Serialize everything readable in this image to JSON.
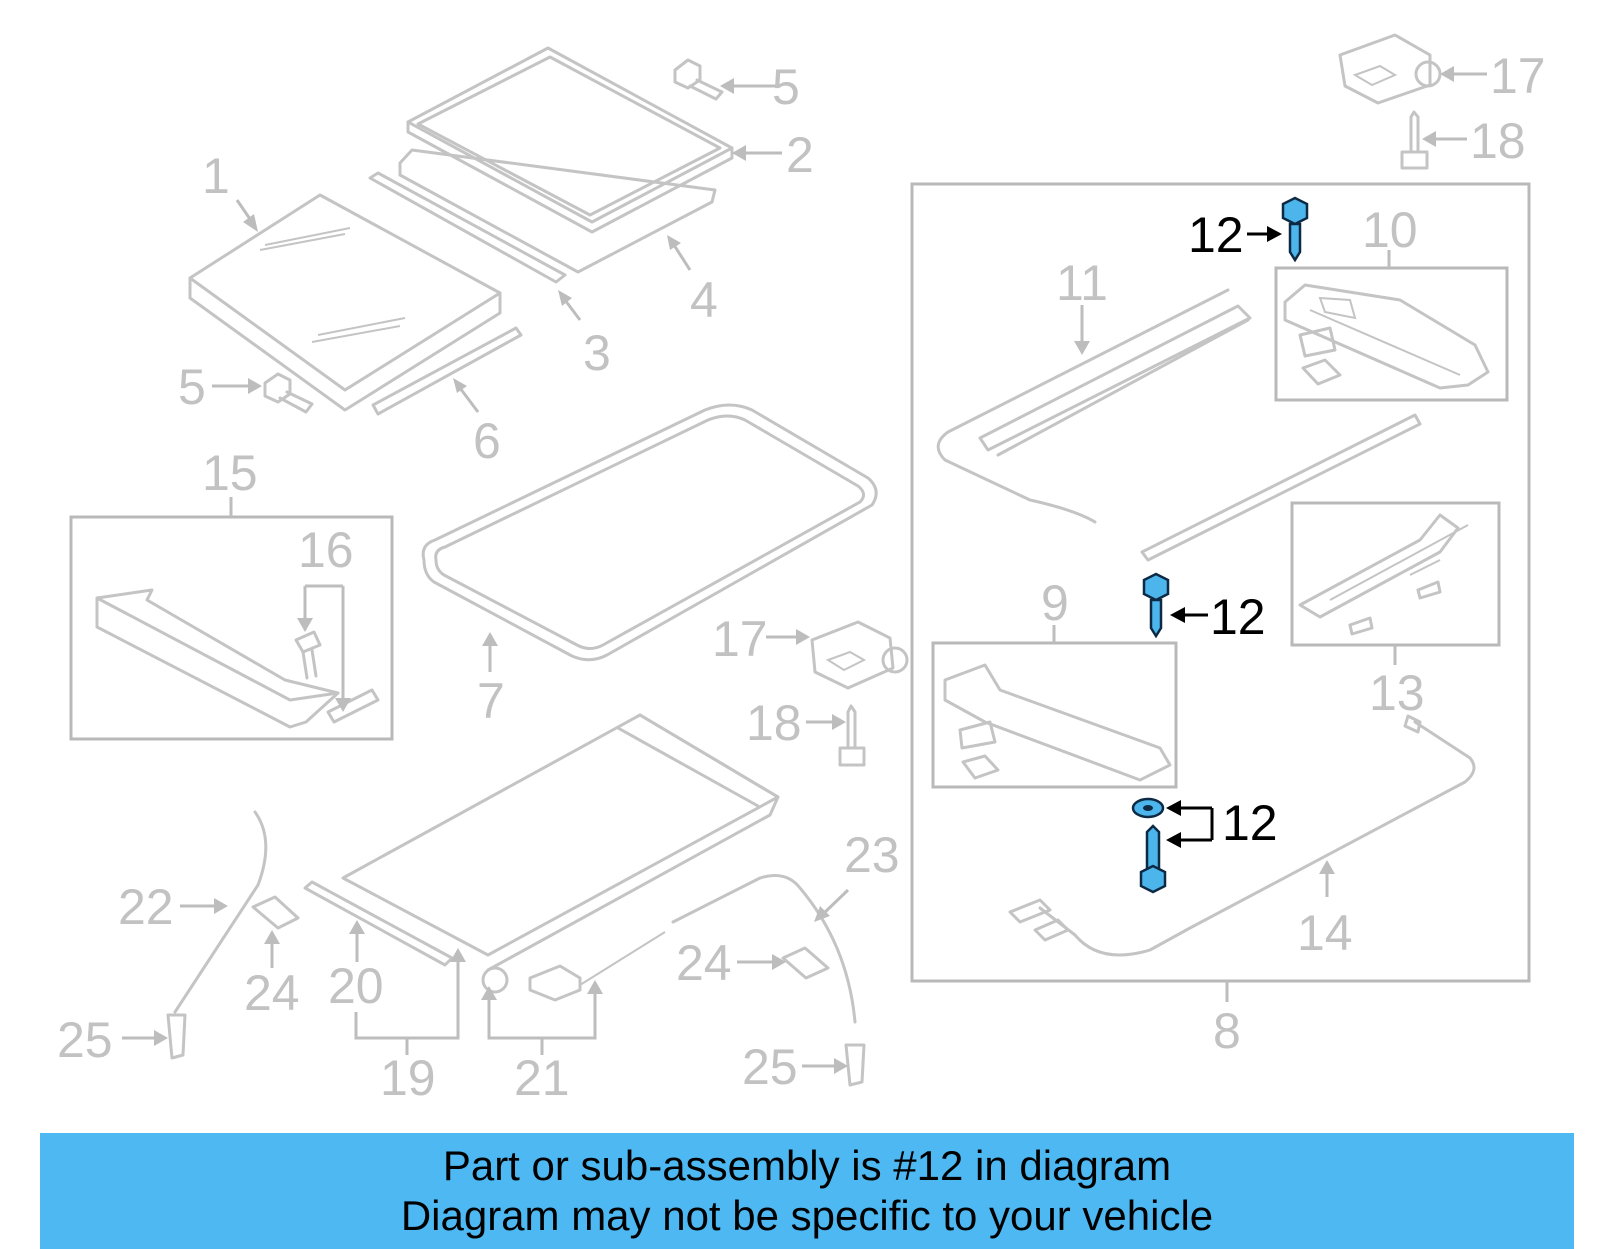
{
  "diagram": {
    "callouts": {
      "c1": "1",
      "c2": "2",
      "c3": "3",
      "c4": "4",
      "c5a": "5",
      "c5b": "5",
      "c6": "6",
      "c7": "7",
      "c8": "8",
      "c9": "9",
      "c10": "10",
      "c11": "11",
      "c12a": "12",
      "c12b": "12",
      "c12c": "12",
      "c13": "13",
      "c14": "14",
      "c15": "15",
      "c16": "16",
      "c17a": "17",
      "c17b": "17",
      "c18a": "18",
      "c18b": "18",
      "c19": "19",
      "c20": "20",
      "c21": "21",
      "c22": "22",
      "c23": "23",
      "c24a": "24",
      "c24b": "24",
      "c25a": "25",
      "c25b": "25"
    },
    "highlight_color": "#4cb6ec"
  },
  "banner": {
    "line1": "Part or sub-assembly is #12 in diagram",
    "line2": "Diagram may not be specific to your vehicle",
    "background": "#4db8f2"
  }
}
